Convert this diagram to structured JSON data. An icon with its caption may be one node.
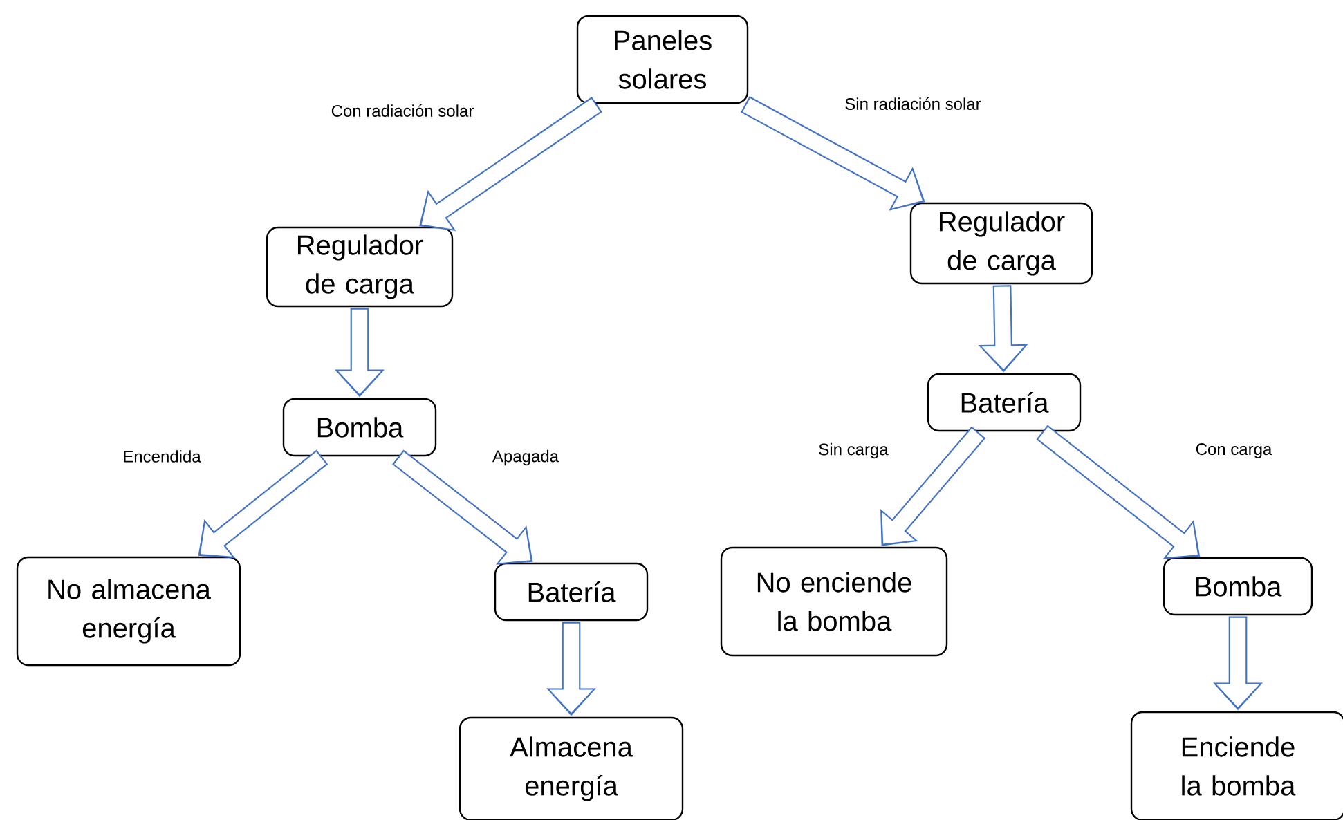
{
  "diagram": {
    "nodes": [
      {
        "text": [
          "Paneles solares"
        ]
      },
      {
        "text": [
          "Regulador de carga"
        ]
      },
      {
        "text": [
          "Bomba"
        ]
      },
      {
        "text": [
          "No almacena energía"
        ]
      },
      {
        "text": [
          "Batería"
        ]
      },
      {
        "text": [
          "Almacena energía"
        ]
      },
      {
        "text": [
          "Regulador de carga"
        ]
      },
      {
        "text": [
          "Batería"
        ]
      },
      {
        "text": [
          "No enciende la bomba"
        ]
      },
      {
        "text": [
          "Bomba"
        ]
      },
      {
        "text": [
          "Enciende la bomba"
        ]
      }
    ],
    "edges": [
      {
        "from": 0,
        "to": 1,
        "arrow": "to",
        "label": "Con radiación solar"
      },
      {
        "from": 0,
        "to": 6,
        "arrow": "to",
        "label": "Sin radiación solar"
      },
      {
        "from": 1,
        "to": 2,
        "arrow": "to"
      },
      {
        "from": 2,
        "to": 3,
        "arrow": "to",
        "label": "Encendida"
      },
      {
        "from": 2,
        "to": 4,
        "arrow": "to",
        "label": "Apagada"
      },
      {
        "from": 4,
        "to": 5,
        "arrow": "to"
      },
      {
        "from": 6,
        "to": 7,
        "arrow": "to"
      },
      {
        "from": 7,
        "to": 8,
        "arrow": "to",
        "label": "Sin carga"
      },
      {
        "from": 7,
        "to": 9,
        "arrow": "to",
        "label": "Con carga"
      },
      {
        "from": 9,
        "to": 10,
        "arrow": "to"
      }
    ]
  }
}
